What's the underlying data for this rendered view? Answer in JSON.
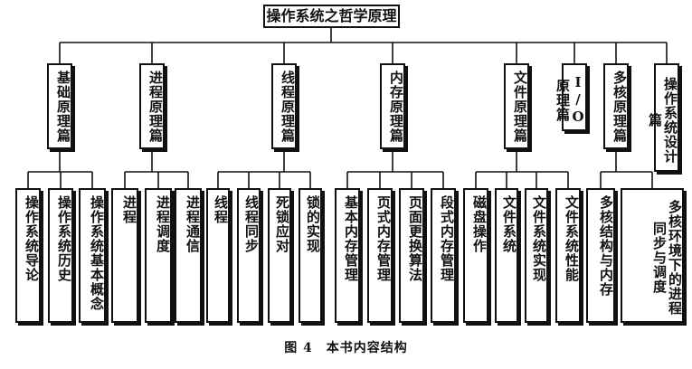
{
  "root": "操作系统之哲学原理",
  "sections": [
    {
      "label": "基础原理篇",
      "children": [
        "操作系统导论",
        "操作系统历史",
        "操作系统基本概念"
      ]
    },
    {
      "label": "进程原理篇",
      "children": [
        "进程",
        "进程调度",
        "进程通信"
      ]
    },
    {
      "label": "线程原理篇",
      "children": [
        "线程",
        "线程同步",
        "死锁应对",
        "锁的实现"
      ]
    },
    {
      "label": "内存原理篇",
      "children": [
        "基本内存管理",
        "页式内存管理",
        "页面更换算法",
        "段式内存管理"
      ]
    },
    {
      "label": "文件原理篇",
      "children": [
        "磁盘操作",
        "文件系统",
        "文件系统实现",
        "文件系统性能"
      ]
    },
    {
      "label": "I/O原理篇",
      "children": []
    },
    {
      "label": "多核原理篇",
      "children": [
        "多核结构与内存",
        "多核环境下的进程同步与调度"
      ]
    },
    {
      "label": "操作系统设计篇",
      "children": []
    }
  ],
  "caption": "图 4　本书内容结构"
}
